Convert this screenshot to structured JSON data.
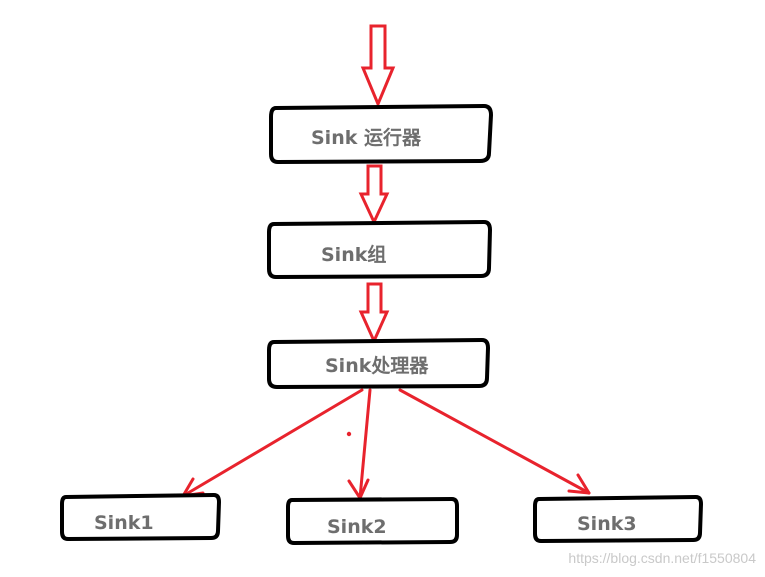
{
  "nodes": {
    "runner": "Sink 运行器",
    "group": "Sink组",
    "processor": "Sink处理器",
    "sink1": "Sink1",
    "sink2": "Sink2",
    "sink3": "Sink3"
  },
  "watermark": "https://blog.csdn.net/f1550804",
  "colors": {
    "arrow": "#e8232d",
    "box_border": "#000000",
    "label_text": "#6e6e6e"
  }
}
